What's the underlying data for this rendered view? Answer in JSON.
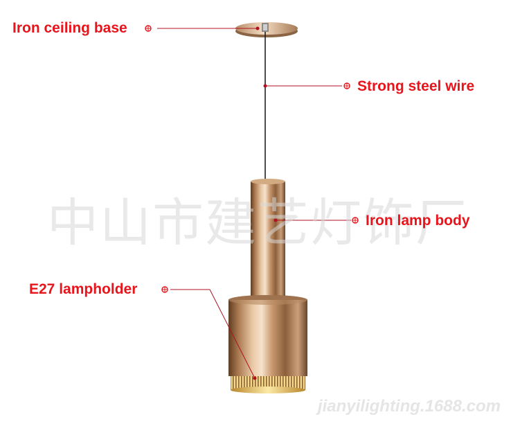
{
  "labels": {
    "ceiling_base": "Iron ceiling base",
    "steel_wire": "Strong steel wire",
    "lamp_body": "Iron lamp body",
    "lampholder": "E27 lampholder"
  },
  "watermark": "中山市建艺灯饰厂",
  "site_watermark": "jianyilighting.1688.com",
  "colors": {
    "label": "#e8141c",
    "leader": "#b01020",
    "gold_dark": "#6e4a2c",
    "gold_mid": "#c89b72",
    "gold_light": "#f3d9bd"
  }
}
